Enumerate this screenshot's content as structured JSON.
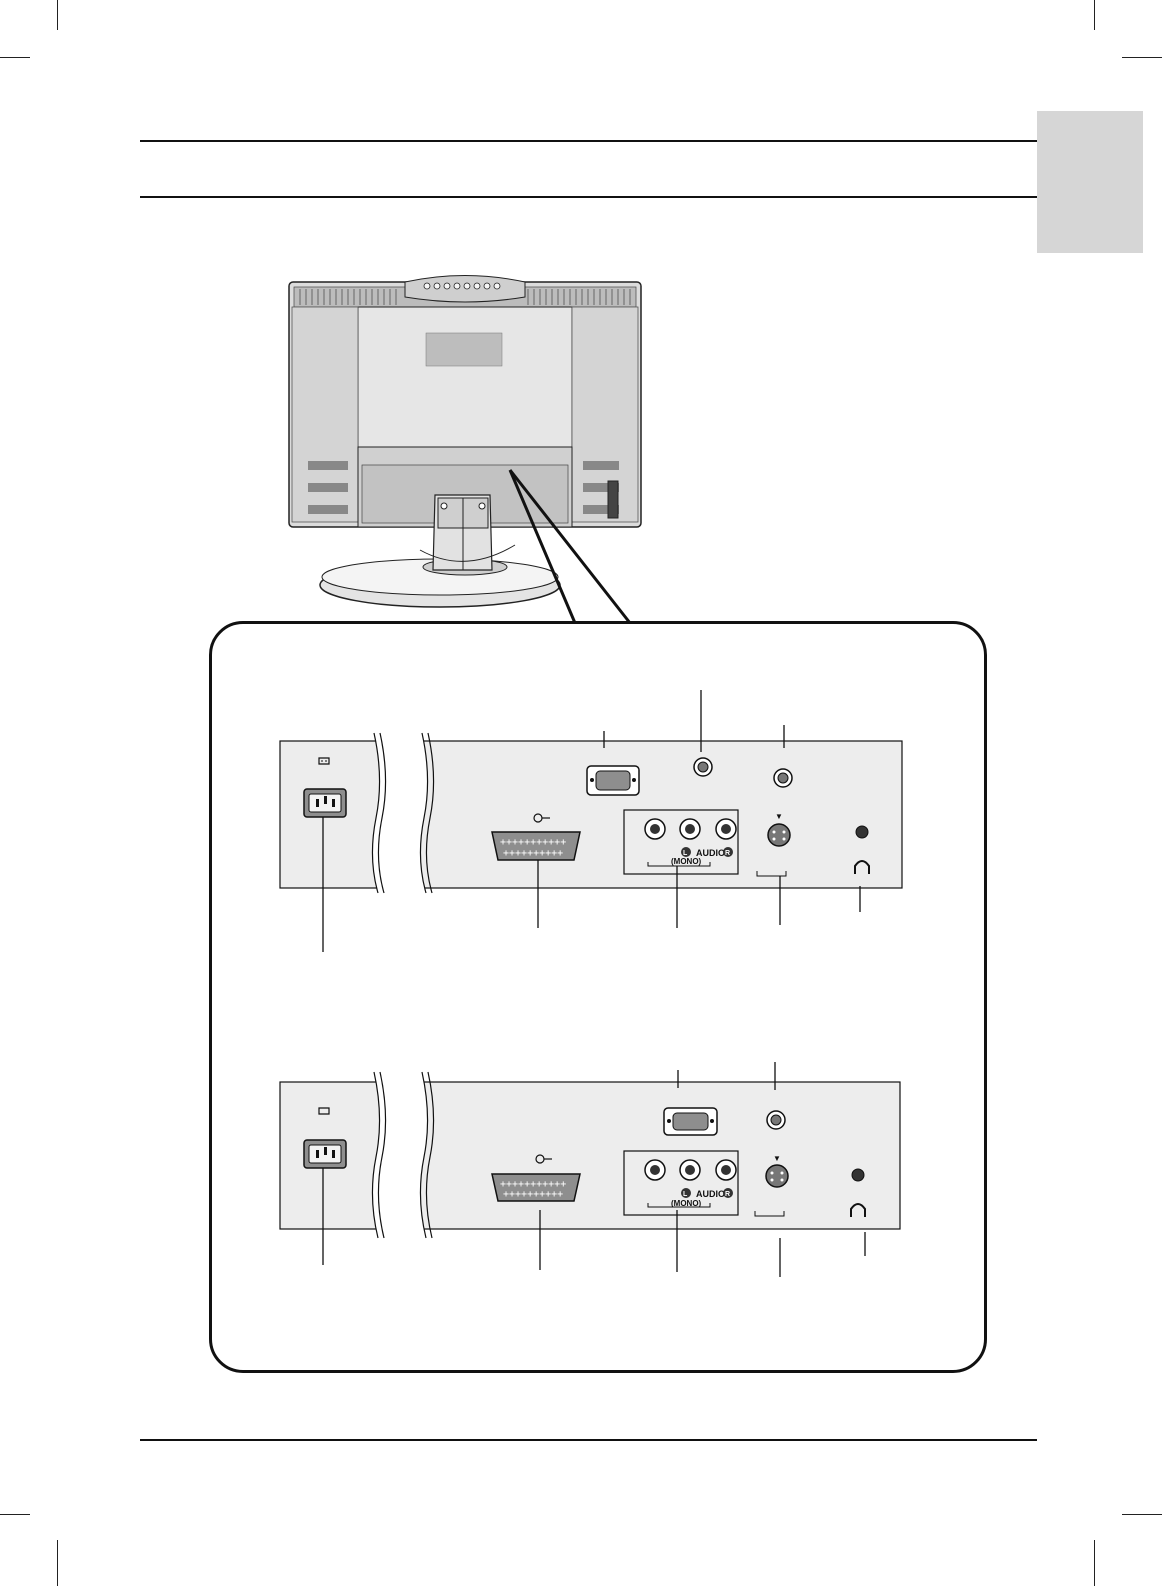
{
  "panel_labels": {
    "audio": "AUDIO",
    "mono": "(MONO)",
    "left": "L",
    "right": "R",
    "svideo_marker": "▼"
  },
  "icons": [
    "power-socket-icon",
    "scart-icon",
    "headphone-icon",
    "vga-port-icon",
    "rca-jack-icon",
    "svideo-jack-icon",
    "antenna-jack-icon"
  ],
  "colors": {
    "panel": "#ededed",
    "tab": "#d6d6d6",
    "line": "#111111"
  }
}
